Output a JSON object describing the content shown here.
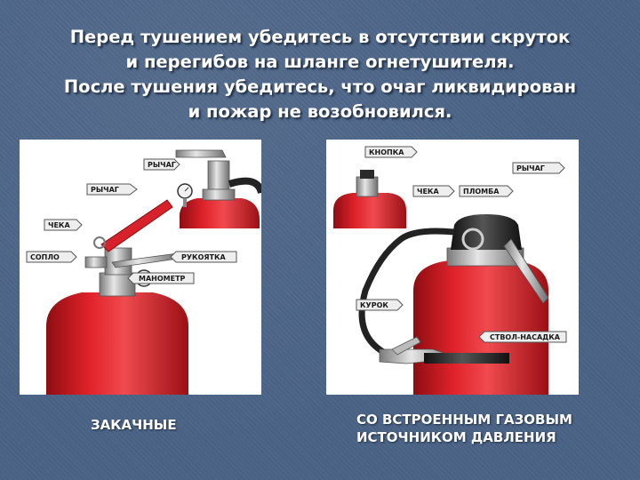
{
  "title": {
    "line1": "Перед тушением убедитесь в отсутствии скруток",
    "line2": "и перегибов на шланге огнетушителя.",
    "line3": "После тушения убедитесь, что очаг ликвидирован",
    "line4": "и пожар не возобновился."
  },
  "left_panel": {
    "labels": {
      "lever_top": "РЫЧАГ",
      "lever": "РЫЧАГ",
      "pin": "ЧЕКА",
      "nozzle": "СОПЛО",
      "handle": "РУКОЯТКА",
      "gauge": "МАНОМЕТР"
    },
    "caption": "ЗАКАЧНЫЕ"
  },
  "right_panel": {
    "labels": {
      "button": "КНОПКА",
      "lever": "РЫЧАГ",
      "pin": "ЧЕКА",
      "seal": "ПЛОМБА",
      "trigger": "КУРОК",
      "barrel_nozzle": "СТВОЛ-НАСАДКА"
    },
    "caption_line1": "СО ВСТРОЕННЫМ ГАЗОВЫМ",
    "caption_line2": "ИСТОЧНИКОМ ДАВЛЕНИЯ"
  }
}
